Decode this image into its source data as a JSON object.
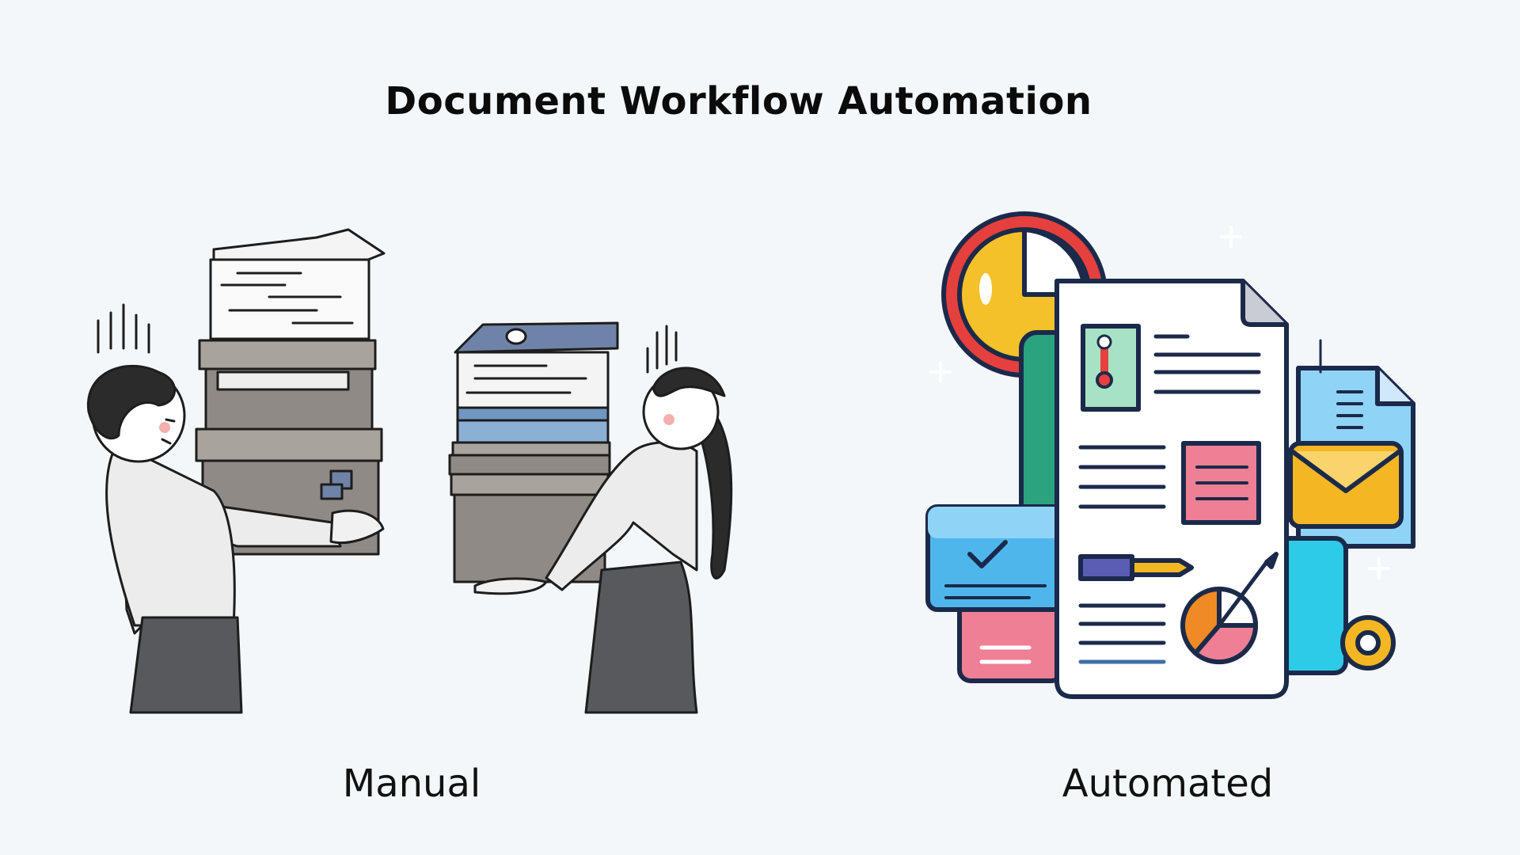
{
  "title": "Document Workflow Automation",
  "panels": {
    "manual_label": "Manual",
    "automated_label": "Automated"
  },
  "colors": {
    "background": "#f3f7fa",
    "outline": "#1b2a4a",
    "box_gray": "#8f8a85",
    "binder_blue": "#6f83a8",
    "clock_red": "#e5403e",
    "clock_yellow": "#f4c12b",
    "doc_white": "#ffffff",
    "card_blue": "#4fb6ec",
    "note_pink": "#ef7f95",
    "envelope_yellow": "#f5b623",
    "teal_book": "#2aa37e"
  }
}
